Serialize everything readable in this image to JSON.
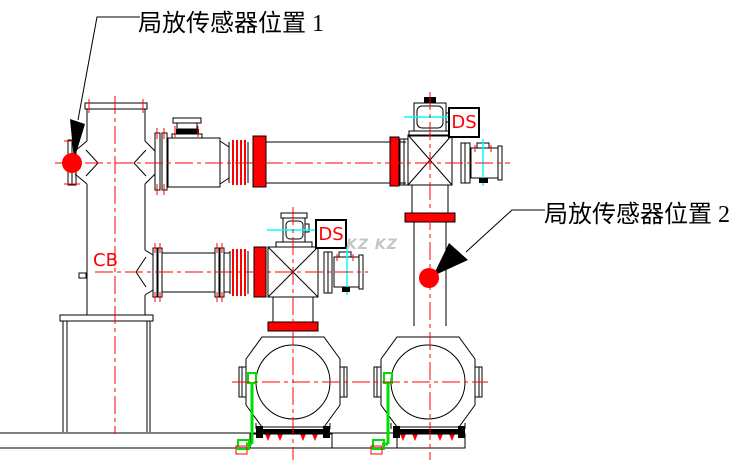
{
  "diagram": {
    "callouts": [
      {
        "label": "局放传感器位置 1"
      },
      {
        "label": "局放传感器位置 2"
      }
    ],
    "equipment_tags": {
      "ds_upper": "DS",
      "ds_lower": "DS",
      "cb": "CB"
    },
    "watermark": "KZ KZ",
    "colors": {
      "line": "#000000",
      "centerline_red": "#ff0000",
      "sensor_marker_red": "#ff0000",
      "ground_wire_green": "#00dd00",
      "aux_centerline_cyan": "#00ffff",
      "watermark_gray": "#c5c5c5",
      "background": "#ffffff"
    }
  }
}
